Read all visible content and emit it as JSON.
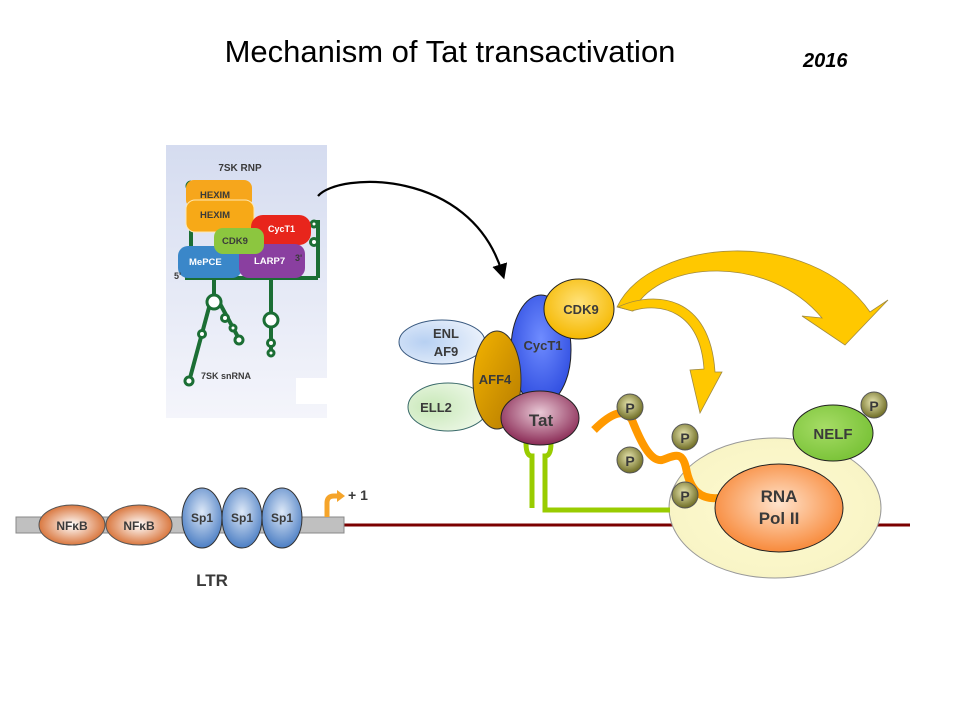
{
  "title": "Mechanism of Tat transactivation",
  "year": "2016",
  "inset_7sk": {
    "title": "7SK RNP",
    "proteins": [
      "HEXIM",
      "HEXIM",
      "CycT1",
      "CDK9",
      "MePCE",
      "LARP7"
    ],
    "end_5": "5'",
    "end_3": "3'",
    "rna_label": "7SK snRNA"
  },
  "complex": {
    "enl_af9": [
      "ENL",
      "AF9"
    ],
    "ell2": "ELL2",
    "aff4": "AFF4",
    "cyct1": "CycT1",
    "cdk9": "CDK9",
    "tat": "Tat"
  },
  "polymerase": {
    "rna_pol_ii": [
      "RNA",
      "Pol II"
    ],
    "nelf": "NELF",
    "phospho": "P"
  },
  "ltr": {
    "nfkb": [
      "NFκB",
      "NFκB"
    ],
    "sp1": [
      "Sp1",
      "Sp1",
      "Sp1"
    ],
    "tss": "+ 1",
    "label": "LTR"
  },
  "colors": {
    "aff4": "#e8a400",
    "cyct1": "#4f6ff5",
    "cdk9": "#f9c530",
    "tat": "#8a2a55",
    "ell2": "#d6f0c8",
    "enl": "#cfe0f7",
    "nelf": "#8ccf4a",
    "polii": "#f78a3c",
    "halo": "#fbf8c8",
    "tar": "#99cc00",
    "dna": "#7b0000",
    "ctd": "#ff9900",
    "phospho": "#7c7a32",
    "arrow": "#ffc800",
    "ltr_label": "#1f4e79"
  }
}
